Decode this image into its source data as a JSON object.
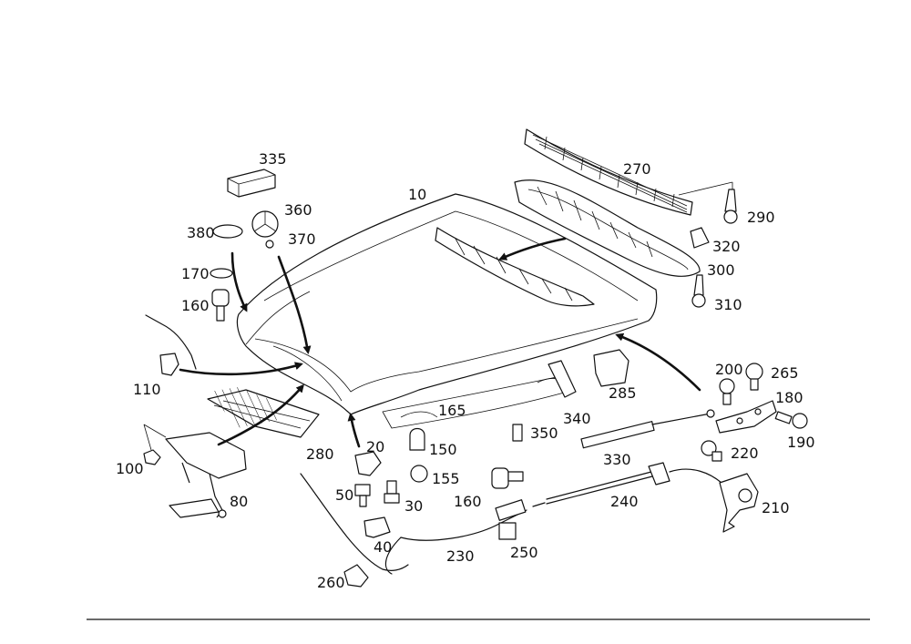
{
  "diagram": {
    "labels": {
      "p10": "10",
      "p20": "20",
      "p30": "30",
      "p40": "40",
      "p50": "50",
      "p80": "80",
      "p100": "100",
      "p110": "110",
      "p150": "150",
      "p155": "155",
      "p160a": "160",
      "p160b": "160",
      "p165": "165",
      "p170": "170",
      "p180": "180",
      "p190": "190",
      "p200": "200",
      "p210": "210",
      "p220": "220",
      "p230": "230",
      "p240": "240",
      "p250": "250",
      "p260": "260",
      "p265": "265",
      "p270": "270",
      "p280": "280",
      "p285": "285",
      "p290": "290",
      "p300": "300",
      "p310": "310",
      "p320": "320",
      "p330": "330",
      "p335": "335",
      "p340": "340",
      "p350": "350",
      "p360": "360",
      "p370": "370",
      "p380": "380"
    }
  }
}
